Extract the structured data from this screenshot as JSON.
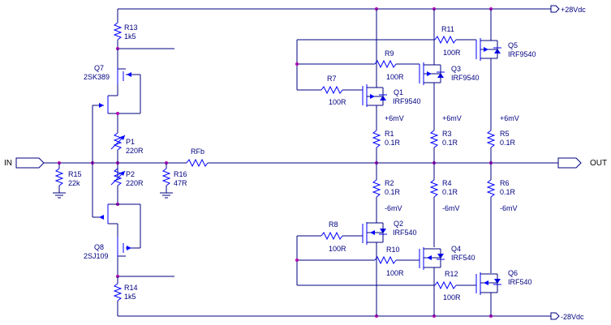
{
  "supply": {
    "positive": "+28Vdc",
    "negative": "-28Vdc"
  },
  "ports": {
    "input": "IN",
    "output": "OUT"
  },
  "resistors": {
    "R13": {
      "ref": "R13",
      "value": "1k5"
    },
    "R14": {
      "ref": "R14",
      "value": "1k5"
    },
    "R15": {
      "ref": "R15",
      "value": "22k"
    },
    "R16": {
      "ref": "R16",
      "value": "47R"
    },
    "RFb": {
      "ref": "RFb",
      "value": ""
    },
    "P1": {
      "ref": "P1",
      "value": "220R"
    },
    "P2": {
      "ref": "P2",
      "value": "220R"
    },
    "R1": {
      "ref": "R1",
      "value": "0.1R"
    },
    "R2": {
      "ref": "R2",
      "value": "0.1R"
    },
    "R3": {
      "ref": "R3",
      "value": "0.1R"
    },
    "R4": {
      "ref": "R4",
      "value": "0.1R"
    },
    "R5": {
      "ref": "R5",
      "value": "0.1R"
    },
    "R6": {
      "ref": "R6",
      "value": "0.1R"
    },
    "R7": {
      "ref": "R7",
      "value": "100R"
    },
    "R8": {
      "ref": "R8",
      "value": "100R"
    },
    "R9": {
      "ref": "R9",
      "value": "100R"
    },
    "R10": {
      "ref": "R10",
      "value": "100R"
    },
    "R11": {
      "ref": "R11",
      "value": "100R"
    },
    "R12": {
      "ref": "R12",
      "value": "100R"
    }
  },
  "transistors": {
    "Q1": {
      "ref": "Q1",
      "part": "IRF9540"
    },
    "Q2": {
      "ref": "Q2",
      "part": "IRF540"
    },
    "Q3": {
      "ref": "Q3",
      "part": "IRF9540"
    },
    "Q4": {
      "ref": "Q4",
      "part": "IRF540"
    },
    "Q5": {
      "ref": "Q5",
      "part": "IRF9540"
    },
    "Q6": {
      "ref": "Q6",
      "part": "IRF540"
    },
    "Q7": {
      "ref": "Q7",
      "part": "2SK389"
    },
    "Q8": {
      "ref": "Q8",
      "part": "2SJ109"
    }
  },
  "voltages": {
    "v1": "+6mV",
    "v3": "+6mV",
    "v5": "+6mV",
    "v2": "-6mV",
    "v4": "-6mV",
    "v6": "-6mV"
  }
}
